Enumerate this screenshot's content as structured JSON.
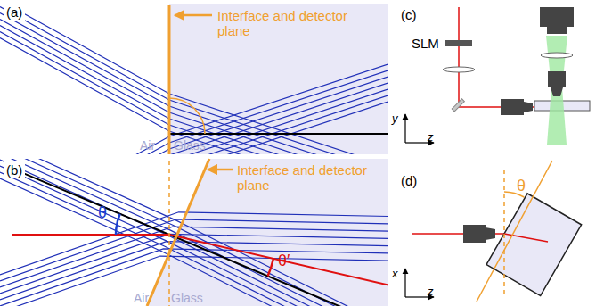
{
  "diagram": {
    "labels": [
      "(a)",
      "Interface and detector plane",
      "Air",
      "Glass",
      "(b)",
      "Interface and detector plane",
      "θ",
      "θ′",
      "Air",
      "Glass",
      "(c)",
      "SLM",
      "y",
      "z",
      "(d)",
      "θ",
      "x",
      "z"
    ]
  }
}
